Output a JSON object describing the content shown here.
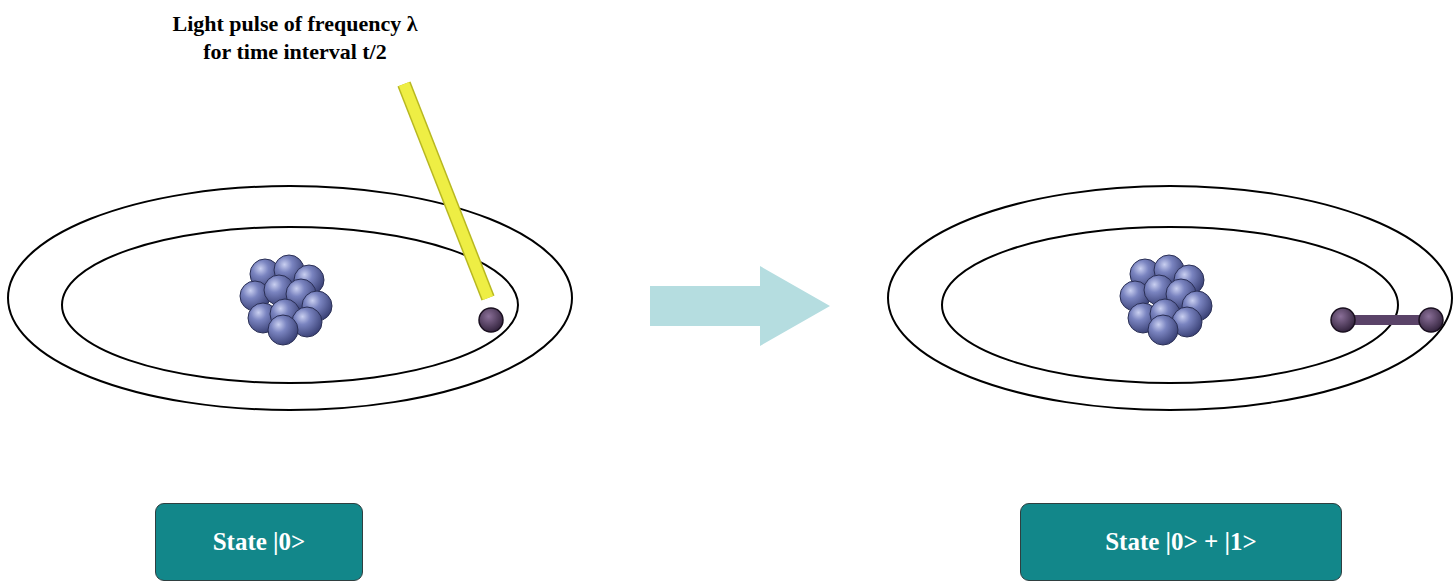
{
  "diagram": {
    "nodes": [
      {
        "text": [
          "State |0>"
        ]
      },
      {
        "text": [
          "State |0> + |1>"
        ]
      }
    ],
    "labels": [
      "Light pulse of frequency λ for time interval t/2"
    ]
  }
}
